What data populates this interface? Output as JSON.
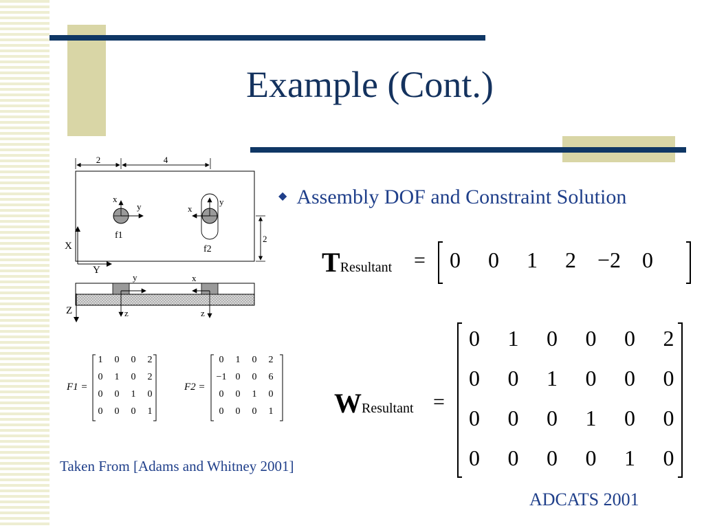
{
  "slide": {
    "title": "Example (Cont.)",
    "bullet": "Assembly DOF and Constraint Solution",
    "credit": "Taken From [Adams and Whitney 2001]",
    "footer": "ADCATS 2001"
  },
  "diagram": {
    "dim_top_left": "2",
    "dim_top_right": "4",
    "dim_side": "2",
    "axis_X": "X",
    "axis_Y": "Y",
    "axis_Z": "Z",
    "feature1": "f1",
    "feature2": "f2",
    "f1_x": "x",
    "f1_y": "y",
    "f2_x": "x",
    "f2_y": "y",
    "side_y": "y",
    "side_x": "x",
    "side_z1": "z",
    "side_z2": "z"
  },
  "t_equation": {
    "symbol": "T",
    "subscript": "Resultant",
    "equals": "=",
    "values": [
      "0",
      "0",
      "1",
      "2",
      "−2",
      "0"
    ]
  },
  "w_equation": {
    "symbol": "W",
    "subscript": "Resultant",
    "equals": "=",
    "rows": [
      [
        "0",
        "1",
        "0",
        "0",
        "0",
        "2"
      ],
      [
        "0",
        "0",
        "1",
        "0",
        "0",
        "0"
      ],
      [
        "0",
        "0",
        "0",
        "1",
        "0",
        "0"
      ],
      [
        "0",
        "0",
        "0",
        "0",
        "1",
        "0"
      ]
    ]
  },
  "f1_matrix": {
    "label": "F1 =",
    "rows": [
      [
        "1",
        "0",
        "0",
        "2"
      ],
      [
        "0",
        "1",
        "0",
        "2"
      ],
      [
        "0",
        "0",
        "1",
        "0"
      ],
      [
        "0",
        "0",
        "0",
        "1"
      ]
    ]
  },
  "f2_matrix": {
    "label": "F2 =",
    "rows": [
      [
        "0",
        "1",
        "0",
        "2"
      ],
      [
        "−1",
        "0",
        "0",
        "6"
      ],
      [
        "0",
        "0",
        "1",
        "0"
      ],
      [
        "0",
        "0",
        "0",
        "1"
      ]
    ]
  },
  "colors": {
    "navy": "#0f3765",
    "tan": "#d9d6a6",
    "title": "#14325e",
    "text_blue": "#1f3f8a"
  }
}
